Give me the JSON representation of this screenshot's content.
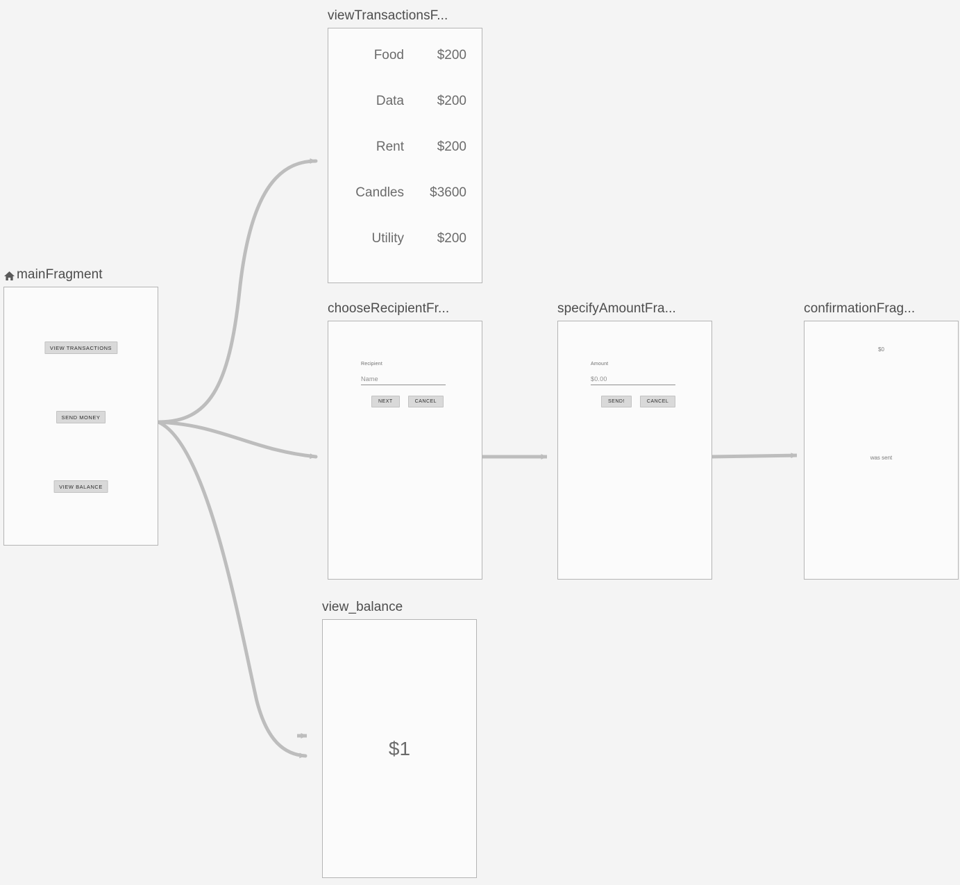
{
  "canvas": {
    "background_color": "#f4f4f4",
    "node_fill_color": "#fbfbfb",
    "node_border_color": "#b4b4b4",
    "edge_color": "#bdbdbd",
    "title_color": "#4c4c4c"
  },
  "nodes": {
    "main_fragment": {
      "title": "mainFragment",
      "start_icon": "home-icon",
      "buttons": [
        {
          "label": "VIEW TRANSACTIONS"
        },
        {
          "label": "SEND MONEY"
        },
        {
          "label": "VIEW BALANCE"
        }
      ]
    },
    "view_transactions": {
      "title": "viewTransactionsF...",
      "transactions": [
        {
          "name": "Food",
          "amount": "$200"
        },
        {
          "name": "Data",
          "amount": "$200"
        },
        {
          "name": "Rent",
          "amount": "$200"
        },
        {
          "name": "Candles",
          "amount": "$3600"
        },
        {
          "name": "Utility",
          "amount": "$200"
        }
      ]
    },
    "choose_recipient": {
      "title": "chooseRecipientFr...",
      "field_label": "Recipient",
      "field_placeholder": "Name",
      "primary_button": "NEXT",
      "secondary_button": "CANCEL"
    },
    "specify_amount": {
      "title": "specifyAmountFra...",
      "field_label": "Amount",
      "field_placeholder": "$0.00",
      "primary_button": "SEND!",
      "secondary_button": "CANCEL"
    },
    "confirmation": {
      "title": "confirmationFrag...",
      "amount": "$0",
      "message": "was sent"
    },
    "view_balance": {
      "title": "view_balance",
      "balance": "$1"
    }
  }
}
